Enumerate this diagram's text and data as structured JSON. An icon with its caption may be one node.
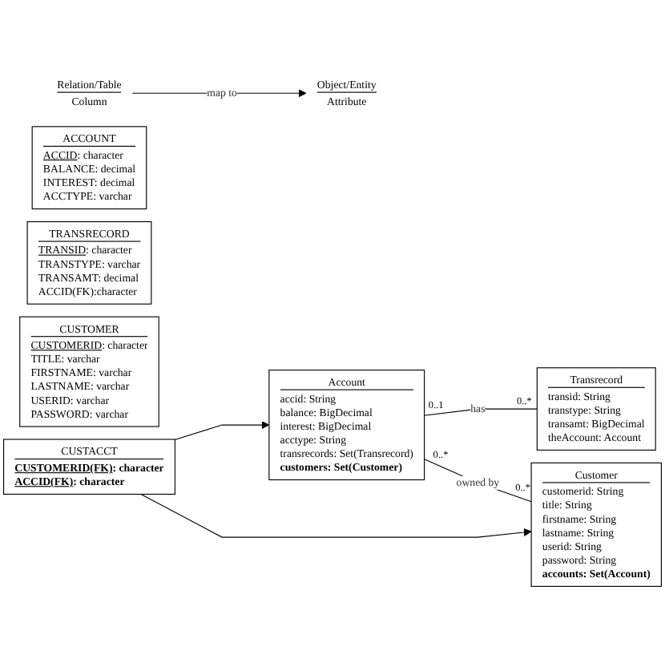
{
  "diagram": {
    "nodes": [
      {
        "text": [
          "Relation/Table",
          "Column"
        ]
      },
      {
        "text": [
          "Object/Entity",
          "Attribute"
        ]
      },
      {
        "text": [
          "ACCOUNT",
          "ACCID: character",
          "BALANCE: decimal",
          "INTEREST: decimal",
          "ACCTYPE: varchar"
        ]
      },
      {
        "text": [
          "Account",
          "accid: String",
          "balance: BigDecimal",
          "interest: BigDecimal",
          "acctype: String",
          "transrecords: Set(Transrecord)",
          "customers: Set(Customer)"
        ]
      },
      {
        "text": [
          "TRANSRECORD",
          "TRANSID: character",
          "TRANSTYPE: varchar",
          "TRANSAMT: decimal",
          "ACCID(FK):character"
        ]
      },
      {
        "text": [
          "Transrecord",
          "transid: String",
          "transtype: String",
          "transamt: BigDecimal",
          "theAccount: Account"
        ]
      },
      {
        "text": [
          "CUSTOMER",
          "CUSTOMERID: character",
          "TITLE: varchar",
          "FIRSTNAME: varchar",
          "LASTNAME: varchar",
          "USERID: varchar",
          "PASSWORD: varchar"
        ]
      },
      {
        "text": [
          "Customer",
          "customerid: String",
          "title: String",
          "firstname: String",
          "lastname: String",
          "userid: String",
          "password: String",
          "accounts: Set(Account)"
        ]
      },
      {
        "text": [
          "CUSTACCT",
          "CUSTOMERID(FK): character",
          "ACCID(FK): character"
        ]
      }
    ],
    "edges": [
      {
        "from": 0,
        "to": 1,
        "arrow": "to",
        "label": "map to"
      },
      {
        "from": 8,
        "to": 3,
        "arrow": "to"
      },
      {
        "from": 8,
        "to": 7,
        "arrow": "to"
      },
      {
        "from": 3,
        "to": 5,
        "arrow": "none",
        "label": "has"
      },
      {
        "from": 3,
        "to": 7,
        "arrow": "none",
        "label": "owned by"
      }
    ],
    "labels": [
      "0..1",
      "0..*",
      "0..*",
      "0..*"
    ]
  }
}
